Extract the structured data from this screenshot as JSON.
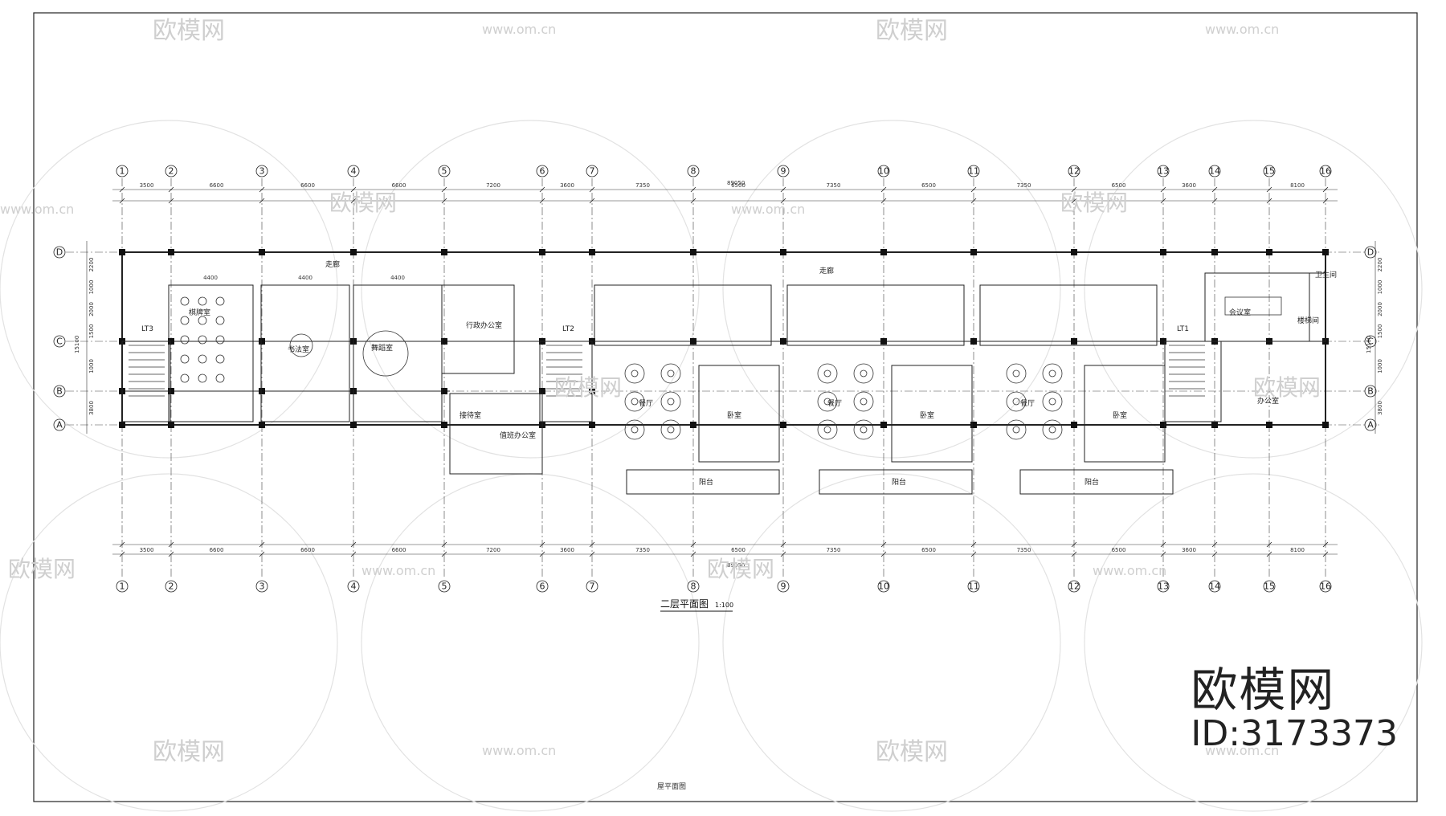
{
  "drawing": {
    "title": "二层平面图",
    "scale": "1:100",
    "footer_note": "屋平面图",
    "total_dimension": "89050",
    "total_dimension_bottom": "89050"
  },
  "grid_columns": [
    "1",
    "2",
    "3",
    "4",
    "5",
    "6",
    "7",
    "8",
    "9",
    "10",
    "11",
    "12",
    "13",
    "14",
    "15",
    "16"
  ],
  "grid_rows": [
    "D",
    "C",
    "B",
    "A"
  ],
  "top_dimensions": [
    "3500",
    "6600",
    "6600",
    "6600",
    "7200",
    "3600",
    "7350",
    "6500",
    "7350",
    "6500",
    "7350",
    "6500",
    "3600",
    "8100"
  ],
  "bottom_dimensions": [
    "3500",
    "6600",
    "6600",
    "6600",
    "7200",
    "3600",
    "7350",
    "6500",
    "7350",
    "6500",
    "7350",
    "6500",
    "3600",
    "8100"
  ],
  "side_dimensions": [
    "2200",
    "1000",
    "2000",
    "1500",
    "1000",
    "3800"
  ],
  "side_total": "15100",
  "rooms": {
    "lt3": "LT3",
    "lt2": "LT2",
    "lt1": "LT1",
    "corridor_left": "走廊",
    "corridor_mid": "走廊",
    "room1": "棋牌室",
    "room2": "书法室",
    "room3": "舞蹈室",
    "office": "行政办公室",
    "reception": "接待室",
    "hall_office": "值班办公室",
    "dining_1": "餐厅",
    "dining_2": "餐厅",
    "dining_3": "餐厅",
    "bedroom_1": "卧室",
    "bedroom_2": "卧室",
    "bedroom_3": "卧室",
    "balcony_1": "阳台",
    "balcony_2": "阳台",
    "balcony_3": "阳台",
    "meeting": "会议室",
    "toilet": "卫生间",
    "stair_hall": "楼梯间",
    "office_right": "办公室"
  },
  "room_widths": [
    "4400",
    "4400",
    "4400"
  ],
  "watermarks": {
    "brand": "欧模网",
    "url": "www.om.cn"
  },
  "brand_block": {
    "name": "欧模网",
    "id": "ID:3173373"
  },
  "colors": {
    "line": "#222222",
    "watermark": "#d0d0d0",
    "background": "#ffffff"
  }
}
